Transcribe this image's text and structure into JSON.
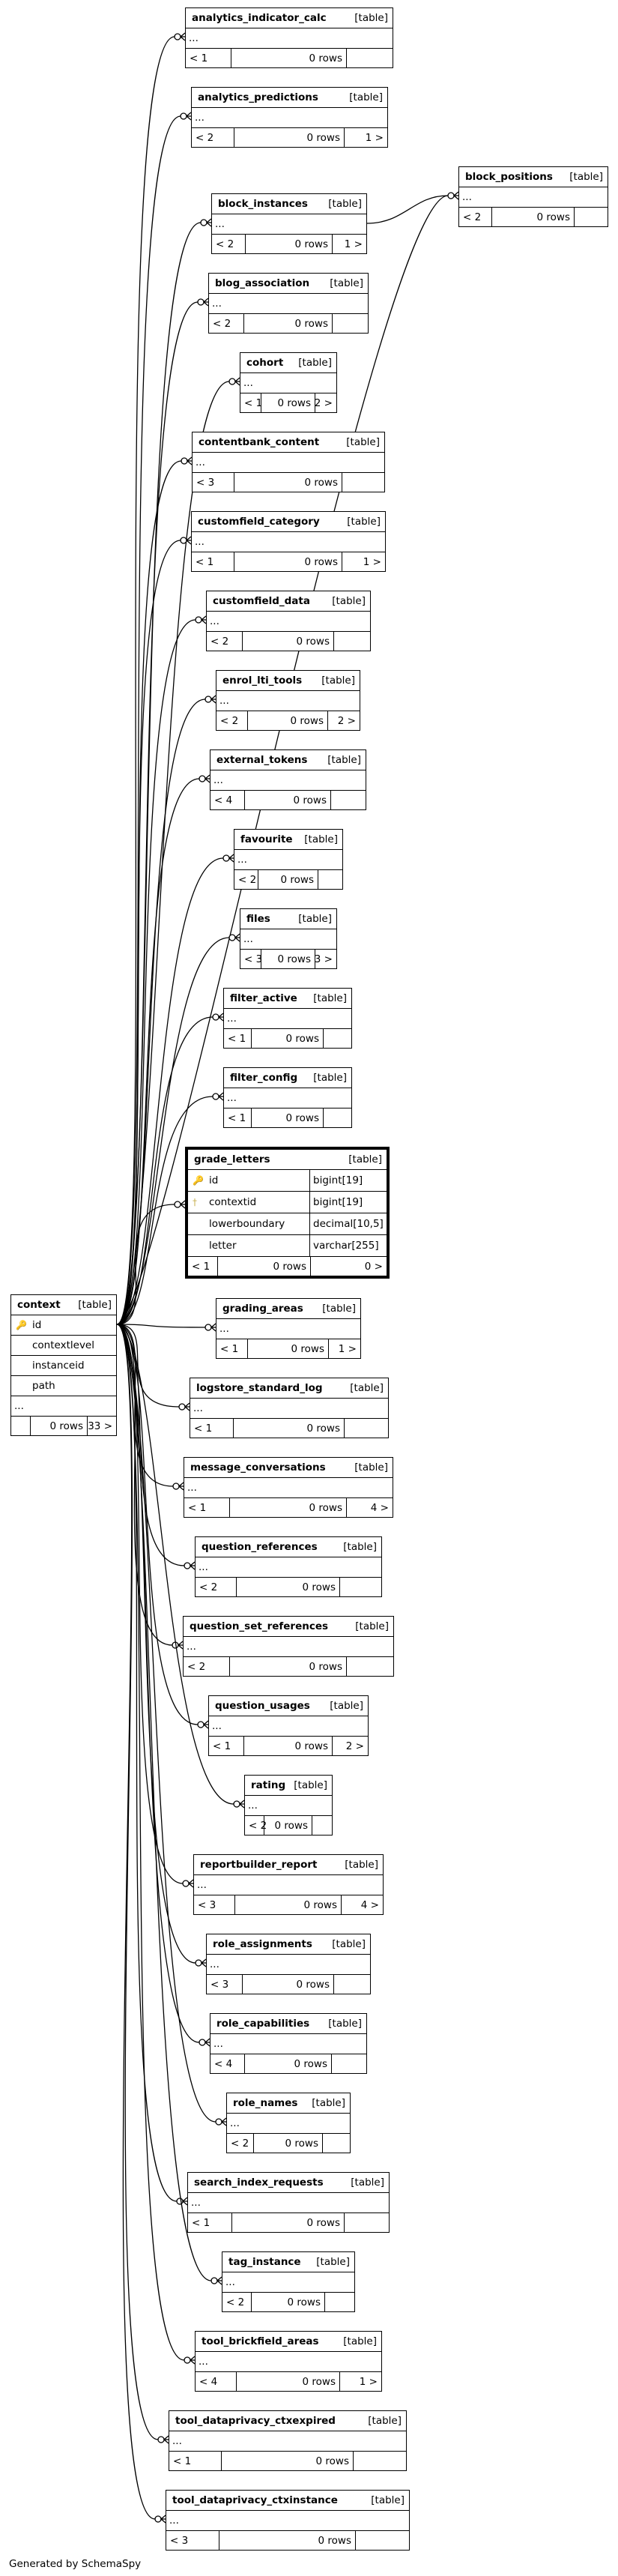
{
  "generated_by": "Generated by SchemaSpy",
  "table_type_label": "[table]",
  "ellipsis": "...",
  "context": {
    "name": "context",
    "columns": [
      {
        "name": "id",
        "key": "pk"
      },
      {
        "name": "contextlevel",
        "key": ""
      },
      {
        "name": "instanceid",
        "key": ""
      },
      {
        "name": "path",
        "key": ""
      }
    ],
    "footer": [
      "",
      "0 rows",
      "33 >"
    ]
  },
  "grade_letters": {
    "name": "grade_letters",
    "columns": [
      {
        "name": "id",
        "type": "bigint[19]",
        "key": "pk"
      },
      {
        "name": "contextid",
        "type": "bigint[19]",
        "key": "fk"
      },
      {
        "name": "lowerboundary",
        "type": "decimal[10,5]",
        "key": ""
      },
      {
        "name": "letter",
        "type": "varchar[255]",
        "key": ""
      }
    ],
    "footer": [
      "< 1",
      "0 rows",
      "0 >"
    ]
  },
  "tables": [
    {
      "name": "analytics_indicator_calc",
      "footer": [
        "< 1",
        "0 rows",
        ""
      ]
    },
    {
      "name": "analytics_predictions",
      "footer": [
        "< 2",
        "0 rows",
        "1 >"
      ]
    },
    {
      "name": "block_positions",
      "footer": [
        "< 2",
        "0 rows",
        ""
      ]
    },
    {
      "name": "block_instances",
      "footer": [
        "< 2",
        "0 rows",
        "1 >"
      ]
    },
    {
      "name": "blog_association",
      "footer": [
        "< 2",
        "0 rows",
        ""
      ]
    },
    {
      "name": "cohort",
      "footer": [
        "< 1",
        "0 rows",
        "2 >"
      ]
    },
    {
      "name": "contentbank_content",
      "footer": [
        "< 3",
        "0 rows",
        ""
      ]
    },
    {
      "name": "customfield_category",
      "footer": [
        "< 1",
        "0 rows",
        "1 >"
      ]
    },
    {
      "name": "customfield_data",
      "footer": [
        "< 2",
        "0 rows",
        ""
      ]
    },
    {
      "name": "enrol_lti_tools",
      "footer": [
        "< 2",
        "0 rows",
        "2 >"
      ]
    },
    {
      "name": "external_tokens",
      "footer": [
        "< 4",
        "0 rows",
        ""
      ]
    },
    {
      "name": "favourite",
      "footer": [
        "< 2",
        "0 rows",
        ""
      ]
    },
    {
      "name": "files",
      "footer": [
        "< 3",
        "0 rows",
        "3 >"
      ]
    },
    {
      "name": "filter_active",
      "footer": [
        "< 1",
        "0 rows",
        ""
      ]
    },
    {
      "name": "filter_config",
      "footer": [
        "< 1",
        "0 rows",
        ""
      ]
    },
    {
      "name": "grading_areas",
      "footer": [
        "< 1",
        "0 rows",
        "1 >"
      ]
    },
    {
      "name": "logstore_standard_log",
      "footer": [
        "< 1",
        "0 rows",
        ""
      ]
    },
    {
      "name": "message_conversations",
      "footer": [
        "< 1",
        "0 rows",
        "4 >"
      ]
    },
    {
      "name": "question_references",
      "footer": [
        "< 2",
        "0 rows",
        ""
      ]
    },
    {
      "name": "question_set_references",
      "footer": [
        "< 2",
        "0 rows",
        ""
      ]
    },
    {
      "name": "question_usages",
      "footer": [
        "< 1",
        "0 rows",
        "2 >"
      ]
    },
    {
      "name": "rating",
      "footer": [
        "< 2",
        "0 rows",
        ""
      ]
    },
    {
      "name": "reportbuilder_report",
      "footer": [
        "< 3",
        "0 rows",
        "4 >"
      ]
    },
    {
      "name": "role_assignments",
      "footer": [
        "< 3",
        "0 rows",
        ""
      ]
    },
    {
      "name": "role_capabilities",
      "footer": [
        "< 4",
        "0 rows",
        ""
      ]
    },
    {
      "name": "role_names",
      "footer": [
        "< 2",
        "0 rows",
        ""
      ]
    },
    {
      "name": "search_index_requests",
      "footer": [
        "< 1",
        "0 rows",
        ""
      ]
    },
    {
      "name": "tag_instance",
      "footer": [
        "< 2",
        "0 rows",
        ""
      ]
    },
    {
      "name": "tool_brickfield_areas",
      "footer": [
        "< 4",
        "0 rows",
        "1 >"
      ]
    },
    {
      "name": "tool_dataprivacy_ctxexpired",
      "footer": [
        "< 1",
        "0 rows",
        ""
      ]
    },
    {
      "name": "tool_dataprivacy_ctxinstance",
      "footer": [
        "< 3",
        "0 rows",
        ""
      ]
    }
  ]
}
